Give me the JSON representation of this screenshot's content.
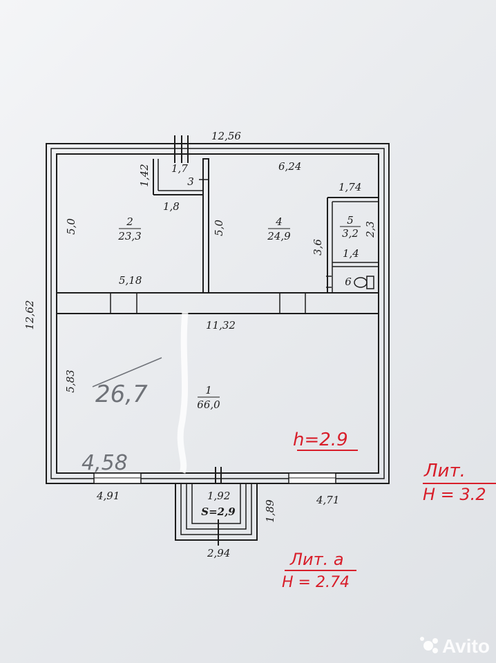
{
  "dimensions": {
    "top_width": "12,56",
    "left_height": "12,62",
    "room2_height": "5,0",
    "room3_width": "1,7",
    "room3_height": "1,42",
    "room3_bottom": "1,8",
    "room4_top": "6,24",
    "room4_height": "5,0",
    "room5_width": "1,74",
    "room5_height": "2,3",
    "room5_bottom": "1,4",
    "room4_side": "3,6",
    "room2_bottom": "5,18",
    "hall_width": "11,32",
    "hall_height": "5,83",
    "bottom_left": "4,91",
    "bottom_right": "4,71",
    "porch_width": "1,92",
    "porch_depth": "1,89",
    "porch_outer": "2,94"
  },
  "rooms": [
    {
      "number": "1",
      "area": "66,0"
    },
    {
      "number": "2",
      "area": "23,3"
    },
    {
      "number": "3",
      "area": ""
    },
    {
      "number": "4",
      "area": "24,9"
    },
    {
      "number": "5",
      "area": "3,2"
    },
    {
      "number": "6",
      "area": ""
    }
  ],
  "porch_area": "S=2,9",
  "handwritten": {
    "height_main": "h=2.9",
    "lit_main_title": "Лит.",
    "lit_main_height": "H = 3.2",
    "lit_a_title": "Лит. а",
    "lit_a_height": "H = 2.74",
    "pencil_area": "26,7",
    "pencil_dim": "4,58"
  },
  "watermark": "Avito",
  "colors": {
    "ink": "#1c1c1c",
    "red": "#d81e2a",
    "pencil": "#6f7278"
  }
}
